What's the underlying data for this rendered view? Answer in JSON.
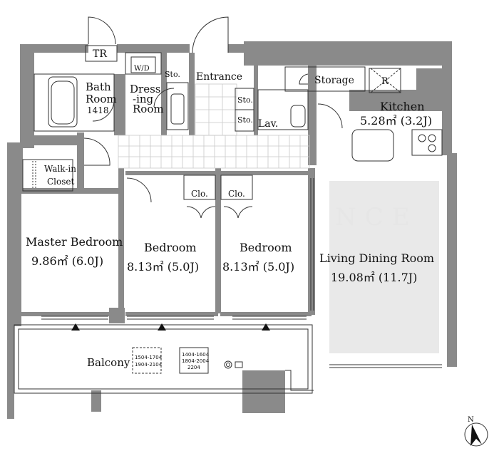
{
  "rooms": {
    "tr": "TR",
    "wd": "W/D",
    "sto_dressing": "Sto.",
    "entrance": "Entrance",
    "storage": "Storage",
    "r": "R",
    "bath_name": "Bath",
    "bath_name2": "Room",
    "bath_code": "1418",
    "dressing_1": "Dress",
    "dressing_2": "-ing",
    "dressing_3": "Room",
    "sto_1": "Sto.",
    "sto_2": "Sto.",
    "lav": "Lav.",
    "kitchen_name": "Kitchen",
    "kitchen_area": "5.28㎡ (3.2J)",
    "walkin_1": "Walk-in",
    "walkin_2": "Closet",
    "clo_1": "Clo.",
    "clo_2": "Clo.",
    "master_name": "Master Bedroom",
    "master_area": "9.86㎡ (6.0J)",
    "bed1_name": "Bedroom",
    "bed1_area": "8.13㎡ (5.0J)",
    "bed2_name": "Bedroom",
    "bed2_area": "8.13㎡ (5.0J)",
    "ldr_name": "Living Dining Room",
    "ldr_area": "19.08㎡ (11.7J)",
    "balcony": "Balcony",
    "hatch_1a": "1504-1704",
    "hatch_1b": "1904-2104",
    "hatch_2a": "1404-1604",
    "hatch_2b": "1804-2004",
    "hatch_2c": "2204"
  },
  "compass": {
    "label": "N"
  },
  "watermark": "NCE",
  "colors": {
    "wall": "#8a8a8a",
    "living_fill": "#e9e9e9",
    "tile": "#c8c8c8"
  }
}
